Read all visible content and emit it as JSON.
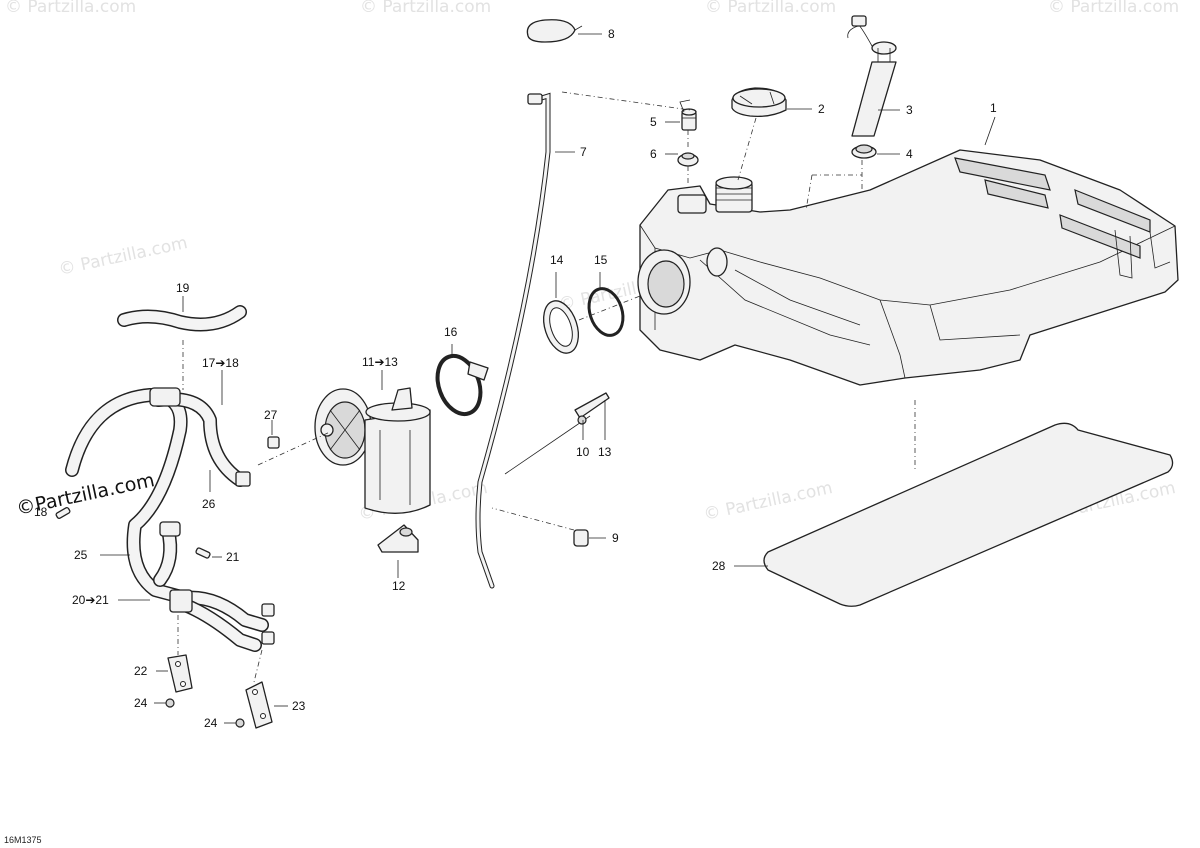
{
  "diagram": {
    "drawing_code": "16M1375",
    "watermarks": [
      "© Partzilla.com",
      "© Partzilla.com",
      "© Partzilla.com",
      "© Partzilla.com",
      "© Partzilla.com",
      "© Partzilla.com",
      "© Partzilla.com",
      "© Partzilla.com",
      "© Partzilla.com"
    ],
    "brand_watermark": "©Partzilla.com",
    "labels": {
      "l1": "1",
      "l2": "2",
      "l3": "3",
      "l4": "4",
      "l5": "5",
      "l6": "6",
      "l7": "7",
      "l8": "8",
      "l9": "9",
      "l10": "10",
      "l11": "11➔13",
      "l12": "12",
      "l13": "13",
      "l14": "14",
      "l15": "15",
      "l16": "16",
      "l17": "17➔18",
      "l18": "18",
      "l19": "19",
      "l20": "20➔21",
      "l21": "21",
      "l22": "22",
      "l23": "23",
      "l24a": "24",
      "l24b": "24",
      "l25": "25",
      "l26": "26",
      "l27": "27",
      "l28": "28"
    }
  }
}
